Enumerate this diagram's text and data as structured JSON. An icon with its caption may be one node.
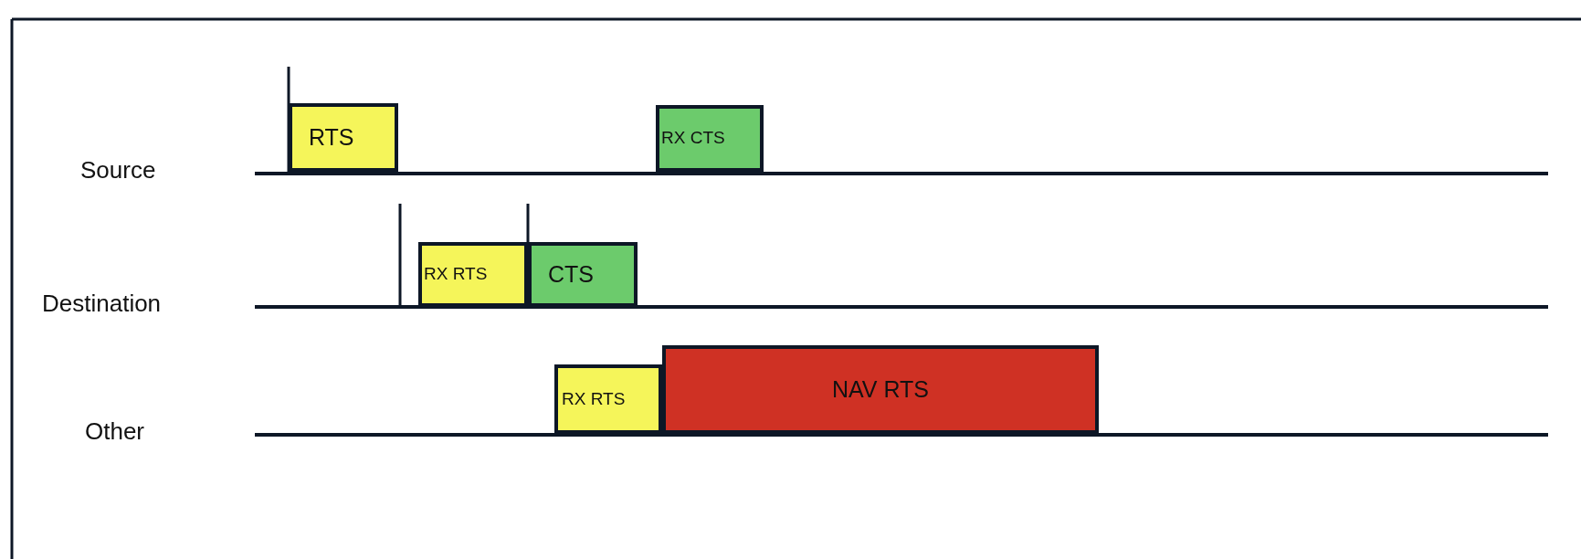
{
  "diagram": {
    "nodes": [
      {
        "text": [
          "RTS"
        ]
      },
      {
        "text": [
          "RX CTS"
        ]
      },
      {
        "text": [
          "RX RTS"
        ]
      },
      {
        "text": [
          "CTS"
        ]
      },
      {
        "text": [
          "RX RTS"
        ]
      },
      {
        "text": [
          "NAV RTS"
        ]
      }
    ],
    "edges": [],
    "labels": [
      "Source",
      "Destination",
      "Other"
    ]
  }
}
